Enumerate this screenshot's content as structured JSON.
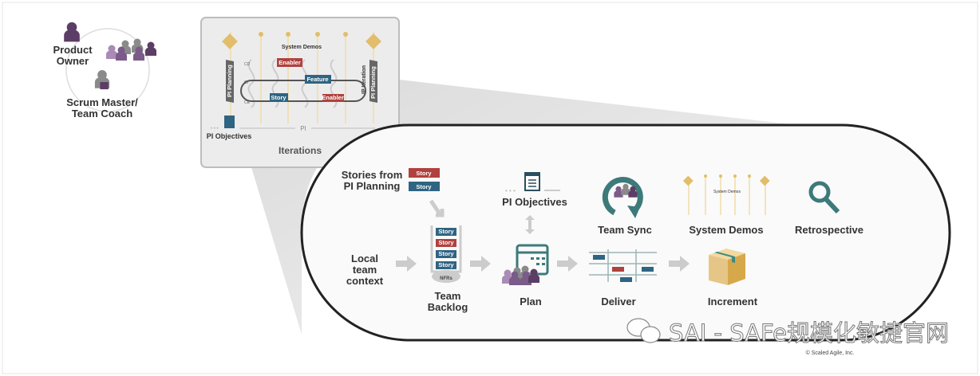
{
  "roles": {
    "product_owner": [
      "Product",
      "Owner"
    ],
    "scrum_master": [
      "Scrum Master/",
      "Team Coach"
    ]
  },
  "iterations_panel": {
    "title": "Iterations",
    "system_demos": "System Demos",
    "pi_planning": "PI Planning",
    "ip_iteration": "IP Iteration",
    "pi": "PI",
    "pi_objectives": "PI Objectives",
    "cards": {
      "enabler1": "Enabler",
      "feature": "Feature",
      "story": "Story",
      "enabler2": "Enabler"
    },
    "loop_labels": [
      "CD",
      "CI",
      "CE"
    ]
  },
  "flow": {
    "stories_from": [
      "Stories from",
      "PI Planning"
    ],
    "stories_cards": [
      "Story",
      "Story"
    ],
    "local_context": [
      "Local",
      "team",
      "context"
    ],
    "backlog_cards": [
      "Story",
      "Story",
      "Story",
      "Story"
    ],
    "nfrs": "NFRs",
    "team_backlog": [
      "Team",
      "Backlog"
    ],
    "pi_objectives": "PI Objectives",
    "plan": "Plan",
    "team_sync": "Team Sync",
    "system_demos": "System Demos",
    "system_demos_mini": "System Demos",
    "retrospective": "Retrospective",
    "deliver": "Deliver",
    "increment": "Increment"
  },
  "watermark": "SAI - SAFe规模化敏捷官网",
  "copyright": "© Scaled Agile, Inc.",
  "colors": {
    "story_blue": "#2f6482",
    "enabler_red": "#b0413e",
    "teal": "#3d7a7a",
    "purple": "#7b5b8a",
    "gold": "#e2bd6a"
  }
}
